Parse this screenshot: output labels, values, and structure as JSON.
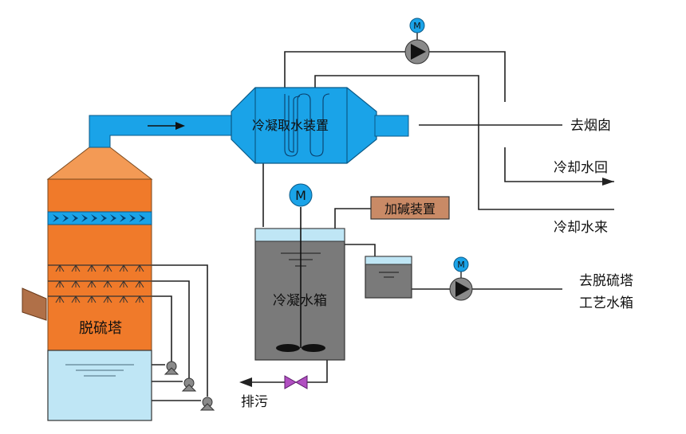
{
  "labels": {
    "condenser": "冷凝取水装置",
    "desulfurization_tower": "脱硫塔",
    "condensate_tank": "冷凝水箱",
    "alkali_device": "加碱装置",
    "to_chimney": "去烟囱",
    "cooling_water_return": "冷却水回",
    "cooling_water_supply": "冷却水来",
    "to_tower_tank_line1": "去脱硫塔",
    "to_tower_tank_line2": "工艺水箱",
    "drain": "排污",
    "motor_symbol": "M"
  },
  "colors": {
    "flue_blue": "#1aa3e8",
    "tower_orange": "#f07a2a",
    "tower_roof": "#f39a55",
    "tank_gray": "#7a7a7a",
    "water_light": "#bfe6f5",
    "alkali_box": "#c98a66",
    "valve_purple": "#b14fc1",
    "pump_gray": "#808080"
  }
}
